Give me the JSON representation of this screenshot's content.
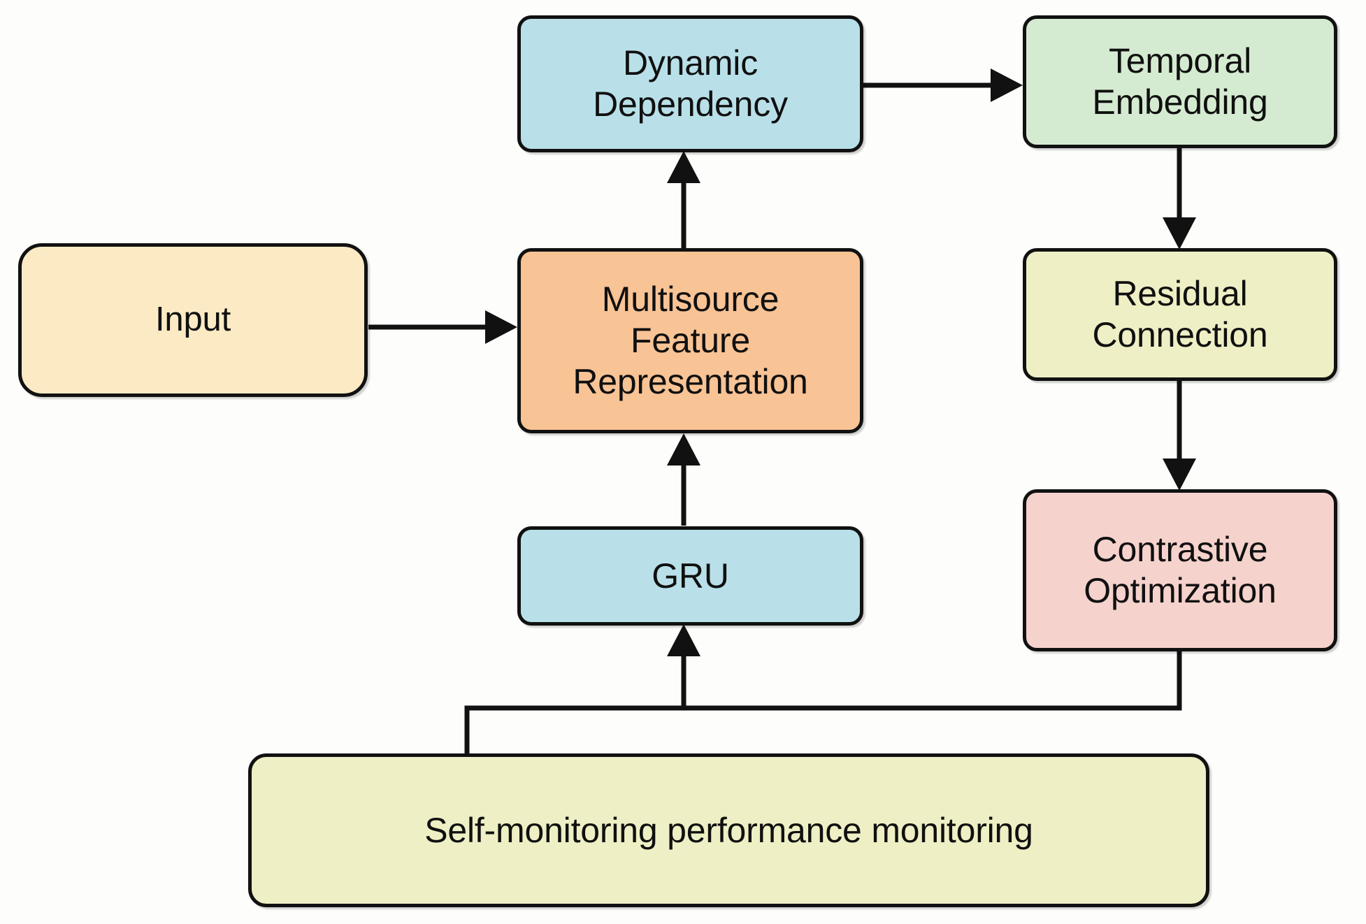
{
  "diagram": {
    "type": "flowchart",
    "title": "",
    "background_color": "#fdfdfb",
    "edge_color": "#111111",
    "nodes": [
      {
        "id": "input",
        "label": "Input",
        "color": "#fbeac4",
        "shape": "rounded-rectangle"
      },
      {
        "id": "multisource",
        "label": "Multisource\nFeature\nRepresentation",
        "color": "#f8c395",
        "shape": "rounded-rectangle"
      },
      {
        "id": "dynamic",
        "label": "Dynamic\nDependency",
        "color": "#b9e0e9",
        "shape": "rounded-rectangle"
      },
      {
        "id": "gru",
        "label": "GRU",
        "color": "#b9e0e9",
        "shape": "rounded-rectangle"
      },
      {
        "id": "temporal",
        "label": "Temporal\nEmbedding",
        "color": "#d5ebd1",
        "shape": "rounded-rectangle"
      },
      {
        "id": "residual",
        "label": "Residual\nConnection",
        "color": "#eeefc4",
        "shape": "rounded-rectangle"
      },
      {
        "id": "contrastive",
        "label": "Contrastive\nOptimization",
        "color": "#f5d2cc",
        "shape": "rounded-rectangle"
      },
      {
        "id": "selfmon",
        "label": "Self-monitoring performance monitoring",
        "color": "#eeefc4",
        "shape": "rounded-rectangle"
      }
    ],
    "edges": [
      {
        "from": "input",
        "to": "multisource",
        "arrow": "single",
        "direction": "right"
      },
      {
        "from": "multisource",
        "to": "dynamic",
        "arrow": "single",
        "direction": "up"
      },
      {
        "from": "dynamic",
        "to": "temporal",
        "arrow": "single",
        "direction": "right"
      },
      {
        "from": "temporal",
        "to": "residual",
        "arrow": "single",
        "direction": "down"
      },
      {
        "from": "residual",
        "to": "contrastive",
        "arrow": "single",
        "direction": "down"
      },
      {
        "from": "gru",
        "to": "multisource",
        "arrow": "single",
        "direction": "up"
      },
      {
        "from": "selfmon",
        "to": "gru",
        "arrow": "single",
        "direction": "up"
      },
      {
        "from": "contrastive",
        "to": "selfmon",
        "arrow": "none",
        "direction": "down"
      }
    ]
  }
}
